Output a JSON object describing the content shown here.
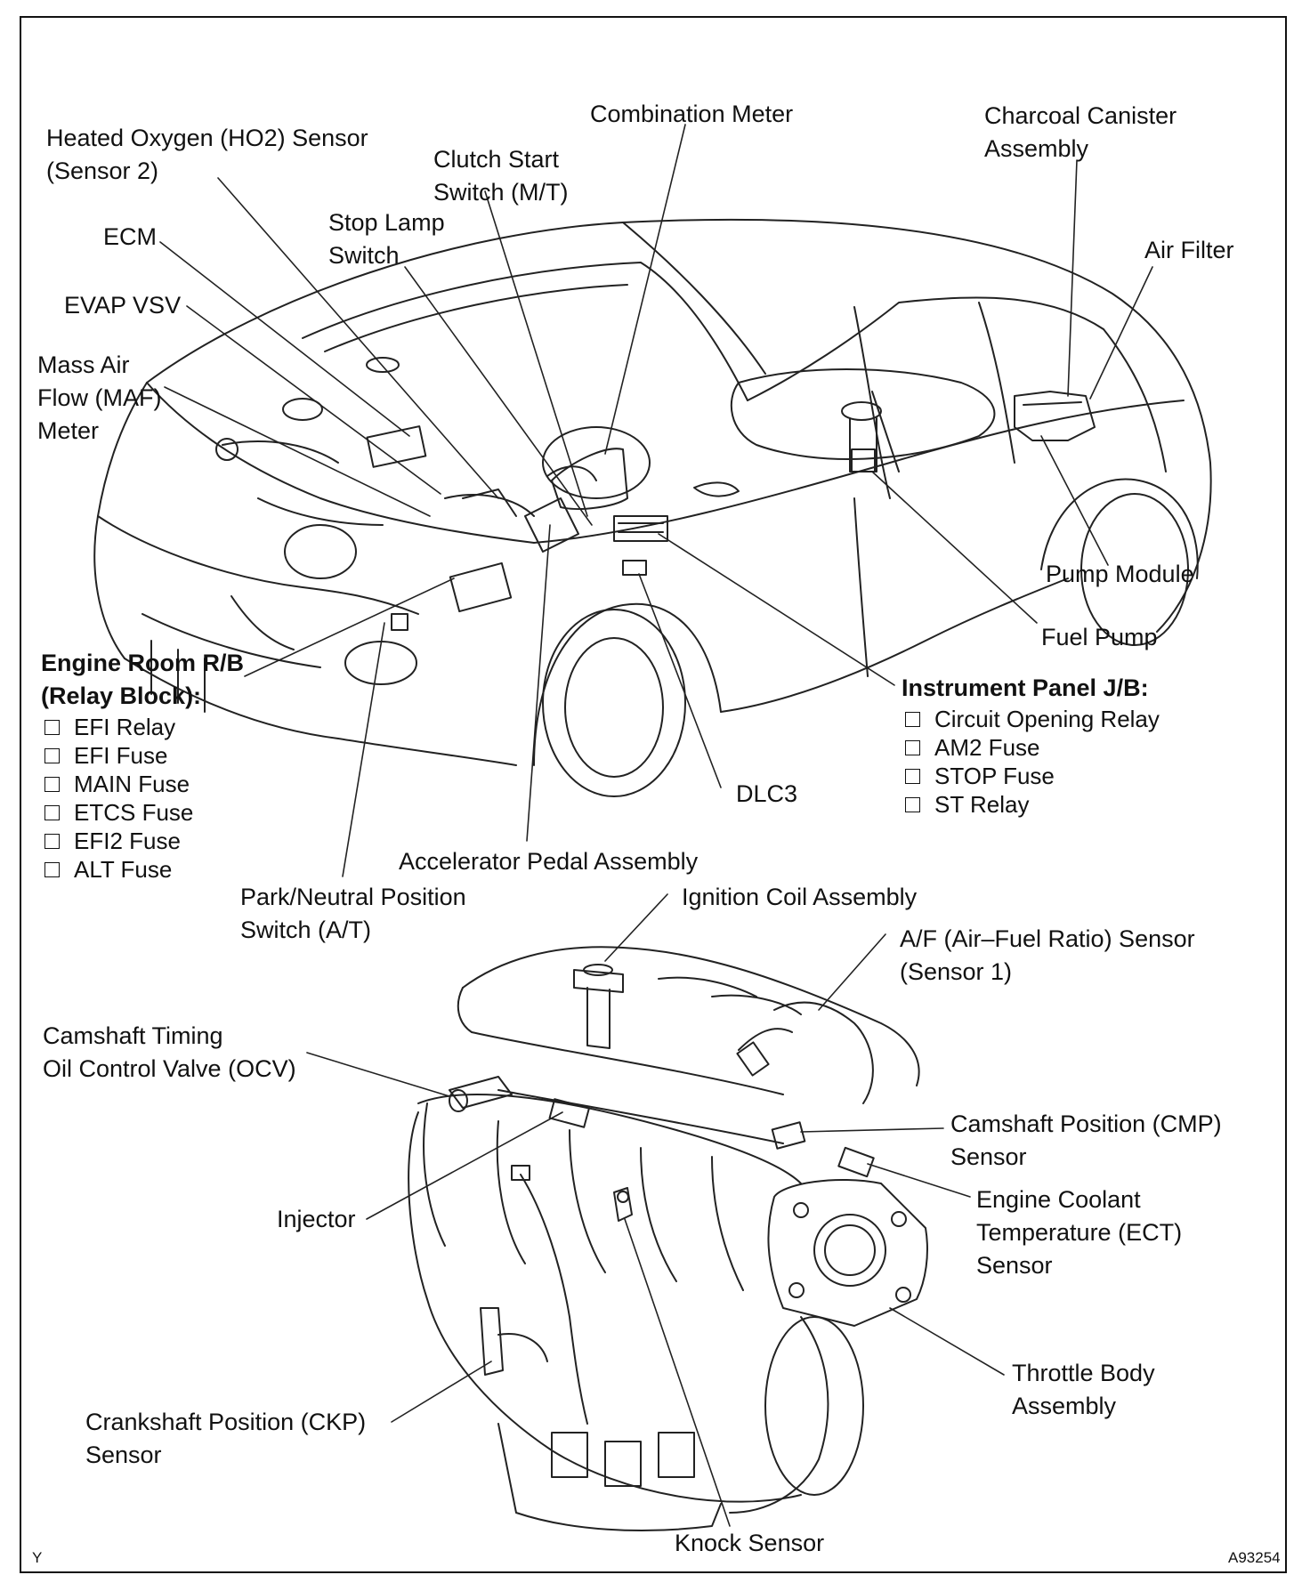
{
  "labels": {
    "combination_meter": "Combination Meter",
    "charcoal_canister": [
      "Charcoal Canister",
      "Assembly"
    ],
    "ho2_sensor": [
      "Heated Oxygen (HO2) Sensor",
      "(Sensor 2)"
    ],
    "clutch_start_switch": [
      "Clutch Start",
      "Switch (M/T)"
    ],
    "stop_lamp_switch": [
      "Stop Lamp",
      "Switch"
    ],
    "ecm": "ECM",
    "air_filter": "Air Filter",
    "evap_vsv": "EVAP VSV",
    "maf_meter": [
      "Mass Air",
      "Flow (MAF)",
      "Meter"
    ],
    "pump_module": "Pump Module",
    "fuel_pump": "Fuel Pump",
    "dlc3": "DLC3",
    "accelerator_pedal": "Accelerator Pedal Assembly",
    "park_neutral_switch": [
      "Park/Neutral Position",
      "Switch (A/T)"
    ],
    "ignition_coil": "Ignition Coil Assembly",
    "af_sensor": [
      "A/F (Air–Fuel Ratio) Sensor",
      "(Sensor 1)"
    ],
    "ocv": [
      "Camshaft Timing",
      "Oil Control Valve (OCV)"
    ],
    "cmp_sensor": [
      "Camshaft Position (CMP)",
      "Sensor"
    ],
    "injector": "Injector",
    "ect_sensor": [
      "Engine Coolant",
      "Temperature (ECT)",
      "Sensor"
    ],
    "throttle_body": [
      "Throttle Body",
      "Assembly"
    ],
    "ckp_sensor": [
      "Crankshaft Position (CKP)",
      "Sensor"
    ],
    "knock_sensor": "Knock Sensor"
  },
  "engine_room_rb": {
    "title": [
      "Engine Room R/B",
      "(Relay Block):"
    ],
    "items": [
      "EFI Relay",
      "EFI Fuse",
      "MAIN Fuse",
      "ETCS Fuse",
      "EFI2 Fuse",
      "ALT Fuse"
    ]
  },
  "instrument_panel_jb": {
    "title": "Instrument Panel J/B:",
    "items": [
      "Circuit Opening Relay",
      "AM2 Fuse",
      "STOP Fuse",
      "ST Relay"
    ]
  },
  "footer": {
    "left_mark": "Y",
    "figure_id": "A93254"
  }
}
